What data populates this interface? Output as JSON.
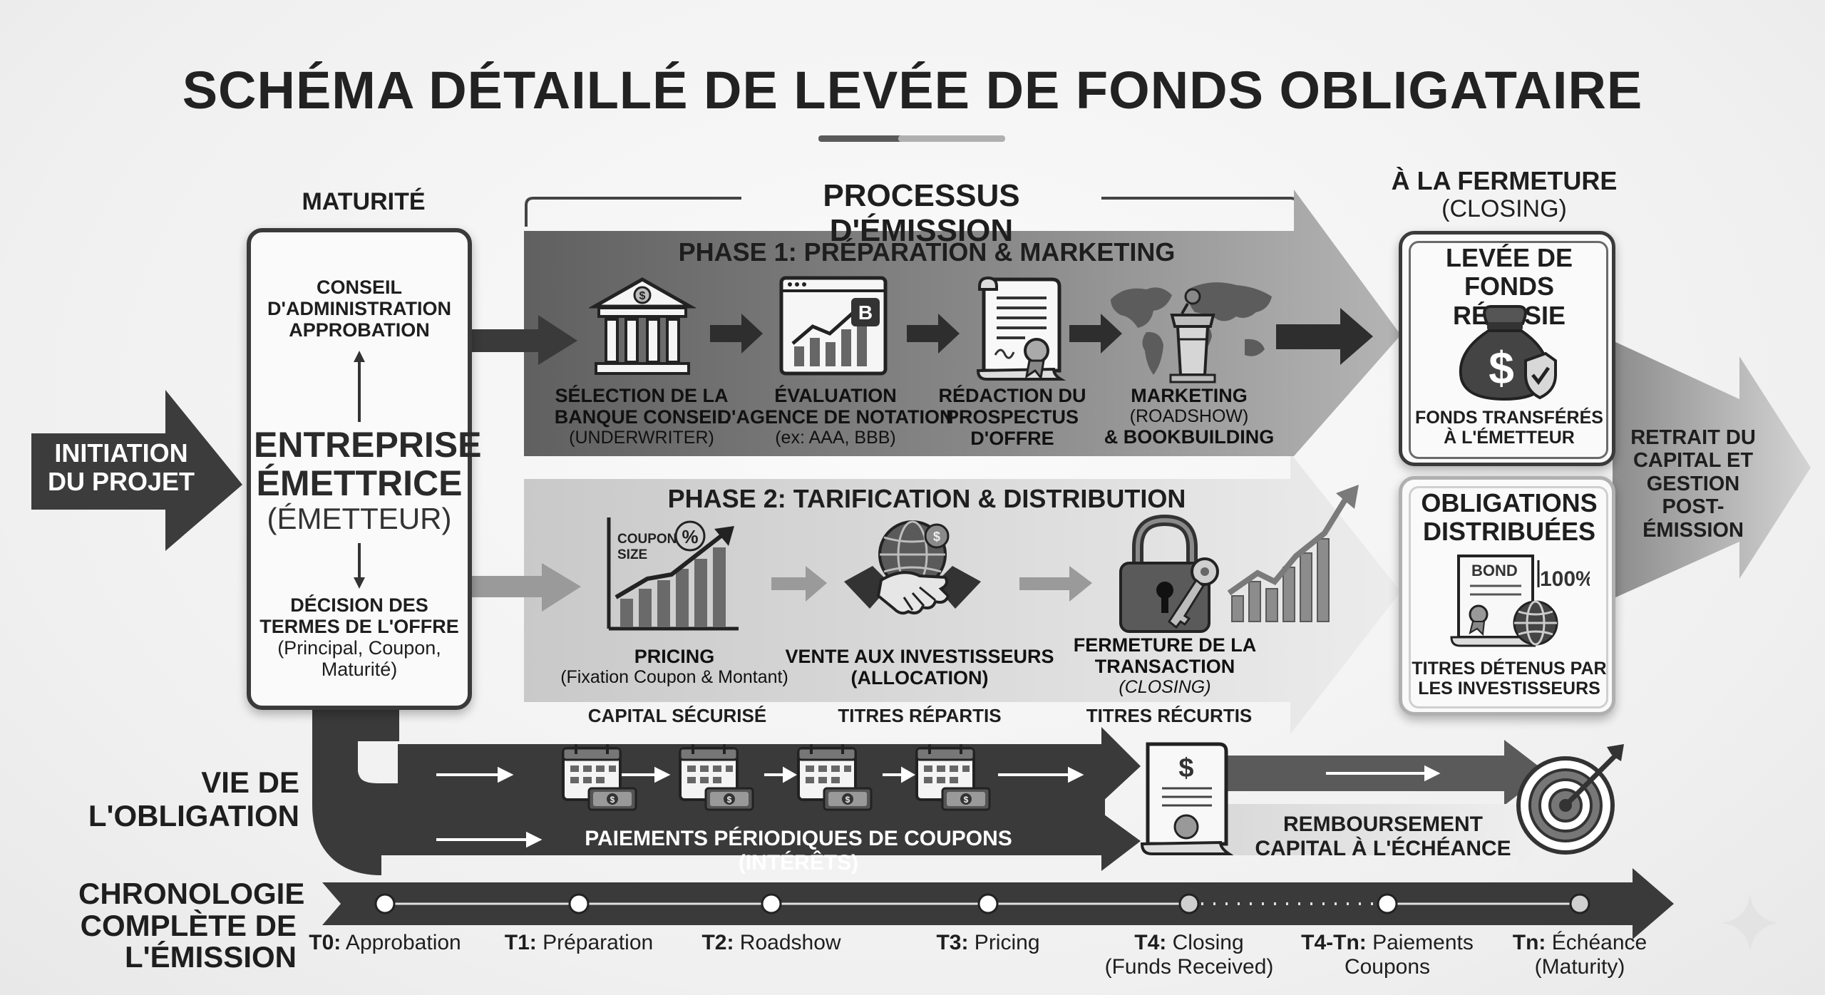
{
  "title": "SCHÉMA DÉTAILLÉ DE LEVÉE DE FONDS OBLIGATAIRE",
  "initiation": "INITIATION\nDU PROJET",
  "maturite_label": "MATURITÉ",
  "issuer": {
    "top": "CONSEIL\nD'ADMINISTRATION\nAPPROBATION",
    "name_line1": "ENTREPRISE",
    "name_line2": "ÉMETTRICE",
    "name_sub": "(ÉMETTEUR)",
    "bottom_title": "DÉCISION DES\nTERMES DE L'OFFRE",
    "bottom_sub": "(Principal, Coupon,\nMaturité)"
  },
  "process_label": "PROCESSUS D'ÉMISSION",
  "phase1": {
    "title": "PHASE 1: PRÉPARATION & MARKETING",
    "steps": [
      {
        "title": "SÉLECTION DE LA\nBANQUE CONSEIL",
        "sub": "(UNDERWRITER)",
        "icon": "bank-icon"
      },
      {
        "title": "ÉVALUATION\nD'AGENCE DE NOTATION",
        "sub": "(ex: AAA, BBB)",
        "icon": "rating-chart-icon",
        "badge": "B"
      },
      {
        "title": "RÉDACTION DU\nPROSPECTUS\nD'OFFRE",
        "sub": "",
        "icon": "prospectus-icon"
      },
      {
        "title": "MARKETING",
        "sub": "(ROADSHOW)",
        "title2": "& BOOKBUILDING",
        "icon": "podium-world-icon"
      }
    ]
  },
  "phase2": {
    "title": "PHASE 2: TARIFICATION & DISTRIBUTION",
    "steps": [
      {
        "title": "PRICING",
        "sub": "(Fixation Coupon & Montant)",
        "icon": "coupon-chart-icon",
        "icon_text": "COUPON\nSIZE",
        "badge": "%"
      },
      {
        "title": "VENTE AUX INVESTISSEURS\n(ALLOCATION)",
        "sub": "",
        "icon": "handshake-icon"
      },
      {
        "title": "FERMETURE DE LA\nTRANSACTION",
        "sub": "(CLOSING)",
        "icon": "lock-key-icon"
      }
    ]
  },
  "closing": {
    "label": "À LA FERMETURE",
    "label_sub": "(CLOSING)",
    "card1": {
      "title": "LEVÉE DE FONDS\nRÉUSSIE",
      "caption": "FONDS TRANSFÉRÉS\nÀ L'ÉMETTEUR",
      "icon": "money-bag-icon"
    },
    "card2": {
      "title": "OBLIGATIONS\nDISTRIBUÉES",
      "caption": "TITRES DÉTENUS PAR\nLES INVESTISSEURS",
      "icon": "bond-certificate-icon",
      "bond_label": "BOND",
      "percent": "100%"
    }
  },
  "retrait": "RETRAIT DU\nCAPITAL ET\nGESTION\nPOST-ÉMISSION",
  "life": {
    "label": "VIE DE\nL'OBLIGATION",
    "capital": "CAPITAL SÉCURISÉ",
    "titres_repartis": "TITRES RÉPARTIS",
    "titres_recurtis": "TITRES RÉCURTIS",
    "payments": "PAIEMENTS PÉRIODIQUES DE COUPONS (INTÉRÊTS)",
    "repayment": "REMBOURSEMENT\nCAPITAL À L'ÉCHÉANCE"
  },
  "timeline": {
    "label": "CHRONOLOGIE\nCOMPLÈTE DE\nL'ÉMISSION",
    "items": [
      {
        "code": "T0:",
        "text": " Approbation",
        "line2": ""
      },
      {
        "code": "T1:",
        "text": " Préparation",
        "line2": ""
      },
      {
        "code": "T2:",
        "text": " Roadshow",
        "line2": ""
      },
      {
        "code": "T3:",
        "text": " Pricing",
        "line2": ""
      },
      {
        "code": "T4:",
        "text": " Closing",
        "line2": "(Funds Received)"
      },
      {
        "code": "T4-Tn:",
        "text": " Paiements",
        "line2": "Coupons"
      },
      {
        "code": "Tn:",
        "text": " Échéance",
        "line2": "(Maturity)"
      }
    ]
  },
  "colors": {
    "dark": "#3a3a3a",
    "mid": "#7a7a7a",
    "light": "#cfcfcf",
    "bg": "#f2f2f2"
  }
}
